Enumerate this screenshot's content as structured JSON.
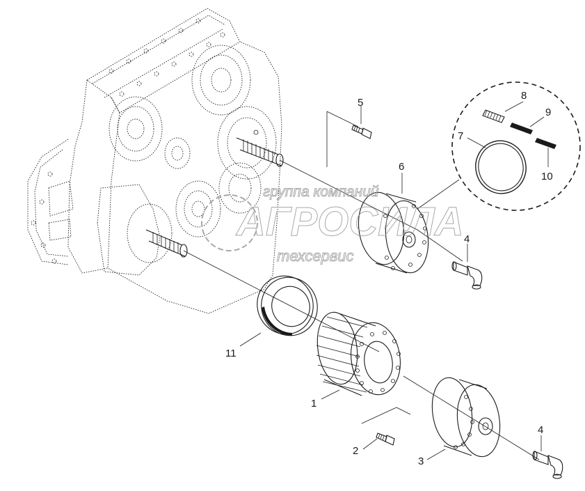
{
  "watermark": {
    "line1": "группа компаний",
    "line2": "АГРОСИЛА",
    "line3": "техсервис"
  },
  "callouts": [
    {
      "id": "c1",
      "label": "1"
    },
    {
      "id": "c2",
      "label": "2"
    },
    {
      "id": "c3",
      "label": "3"
    },
    {
      "id": "c4a",
      "label": "4"
    },
    {
      "id": "c4b",
      "label": "4"
    },
    {
      "id": "c5",
      "label": "5"
    },
    {
      "id": "c6",
      "label": "6"
    },
    {
      "id": "c7",
      "label": "7"
    },
    {
      "id": "c8",
      "label": "8"
    },
    {
      "id": "c9",
      "label": "9"
    },
    {
      "id": "c10",
      "label": "10"
    },
    {
      "id": "c11",
      "label": "11"
    }
  ]
}
